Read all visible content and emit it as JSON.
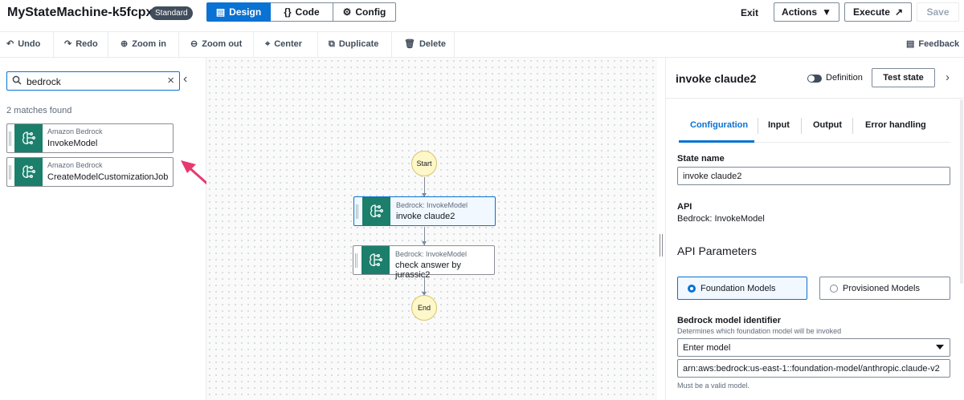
{
  "header": {
    "title": "MyStateMachine-k5fcpxs88",
    "badge": "Standard",
    "modes": [
      "Design",
      "Code",
      "Config"
    ],
    "exit_label": "Exit",
    "actions_label": "Actions",
    "execute_label": "Execute",
    "save_label": "Save"
  },
  "toolbar": {
    "undo": "Undo",
    "redo": "Redo",
    "zoom_in": "Zoom in",
    "zoom_out": "Zoom out",
    "center": "Center",
    "duplicate": "Duplicate",
    "delete": "Delete",
    "feedback": "Feedback"
  },
  "search": {
    "value": "bedrock",
    "matches": "2 matches found",
    "results": [
      {
        "service": "Amazon Bedrock",
        "action": "InvokeModel"
      },
      {
        "service": "Amazon Bedrock",
        "action": "CreateModelCustomizationJob"
      }
    ]
  },
  "canvas": {
    "start_label": "Start",
    "end_label": "End",
    "states": [
      {
        "type": "Bedrock: InvokeModel",
        "name": "invoke claude2",
        "selected": true
      },
      {
        "type": "Bedrock: InvokeModel",
        "name": "check answer by jurassic2",
        "selected": false
      }
    ]
  },
  "inspector": {
    "title": "invoke claude2",
    "definition_label": "Definition",
    "test_state_label": "Test state",
    "tabs": [
      "Configuration",
      "Input",
      "Output",
      "Error handling"
    ],
    "state_name_label": "State name",
    "state_name_value": "invoke claude2",
    "api_label": "API",
    "api_value": "Bedrock: InvokeModel",
    "api_params_title": "API Parameters",
    "model_type_options": [
      "Foundation Models",
      "Provisioned Models"
    ],
    "model_id_label": "Bedrock model identifier",
    "model_id_desc": "Determines which foundation model will be invoked",
    "model_select_value": "Enter model",
    "model_arn_value": "arn:aws:bedrock:us-east-1::foundation-model/anthropic.claude-v2",
    "model_arn_hint": "Must be a valid model."
  },
  "colors": {
    "accent": "#0972d3",
    "bedrock_icon_bg": "#1b7f6b",
    "start_end_fill": "#fdf7c9",
    "arrow": "#e8396f"
  },
  "icons": {
    "bedrock": "bedrock-brain-icon",
    "search": "search-icon",
    "clear": "close-icon"
  }
}
